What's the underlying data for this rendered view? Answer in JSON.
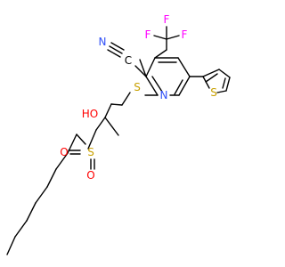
{
  "atom_labels": {
    "N_nitrile": "N",
    "C_nitrile": "C",
    "F_top": "F",
    "F_left": "F",
    "F_right": "F",
    "N_ring": "N",
    "S_thioether": "S",
    "S_thiophene": "S",
    "HO": "HO",
    "S_sulfonyl": "S",
    "O_sulfonyl_left": "O",
    "O_sulfonyl_right": "O"
  },
  "colors": {
    "bond": "#000000",
    "nitrogen": "#3050F8",
    "fluorine": "#FF00FF",
    "sulfur": "#C8A000",
    "oxygen": "#FF0000",
    "carbon": "#000000"
  }
}
